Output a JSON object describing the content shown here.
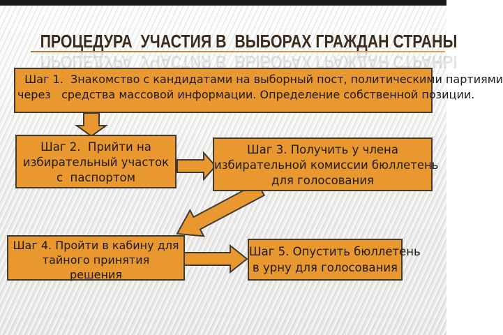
{
  "slide": {
    "title": "ПРОЦЕДУРА  УЧАСТИЯ В  ВЫБОРАХ ГРАЖДАН СТРАНЫ",
    "colors": {
      "box_fill": "#E8982F",
      "box_border": "#413A33",
      "title_text": "#3B2C1D",
      "title_underline": "#C8954A",
      "top_bar": "#1B1B1B",
      "background": "#ECEBE9"
    },
    "steps": [
      {
        "name": "step-1",
        "lines": [
          "  Шаг 1.  Знакомство с кандидатами на выборный пост, политическими партиями",
          "через   средства массовой информации. Определение собственной позиции."
        ]
      },
      {
        "name": "step-2",
        "lines": [
          "Шаг 2.  Прийти на",
          "избирательный участок",
          "с  паспортом"
        ]
      },
      {
        "name": "step-3",
        "lines": [
          "Шаг 3. Получить у члена",
          "избирательной комиссии бюллетень",
          "для голосования"
        ]
      },
      {
        "name": "step-4",
        "lines": [
          "Шаг 4. Пройти в кабину для",
          "тайного принятия",
          "решения"
        ]
      },
      {
        "name": "step-5",
        "lines": [
          "Шаг 5. Опустить бюллетень",
          "в урну для голосования"
        ]
      }
    ],
    "arrows": [
      {
        "name": "arrow-step1-to-step2",
        "direction": "down"
      },
      {
        "name": "arrow-step2-to-step3",
        "direction": "right"
      },
      {
        "name": "arrow-step3-to-step4",
        "direction": "diagonal-down-left"
      },
      {
        "name": "arrow-step4-to-step5",
        "direction": "right"
      }
    ]
  }
}
